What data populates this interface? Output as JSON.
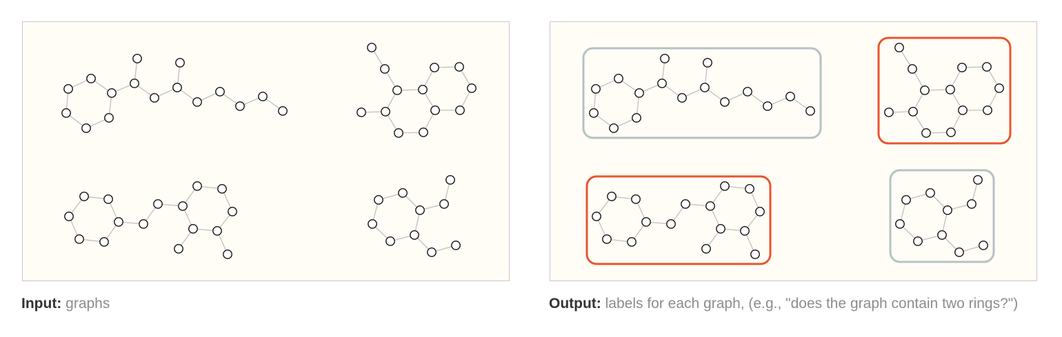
{
  "colors": {
    "panel_bg": "#fffdf5",
    "panel_border": "#c8c8c8",
    "edge": "#bfbfbf",
    "node_stroke": "#111111",
    "node_fill": "#ffffff",
    "positive_box": "#e8552f",
    "negative_box": "#b4c2c5"
  },
  "input_caption": {
    "key": "Input:",
    "text": "graphs"
  },
  "output_caption": {
    "key": "Output:",
    "text": "labels for each graph, (e.g., \"does the graph contain two rings?\")"
  },
  "graphs": [
    {
      "id": "chain-ring",
      "label": "negative"
    },
    {
      "id": "fused-rings-a",
      "label": "positive"
    },
    {
      "id": "two-rings-linked",
      "label": "positive"
    },
    {
      "id": "single-ring",
      "label": "negative"
    }
  ]
}
